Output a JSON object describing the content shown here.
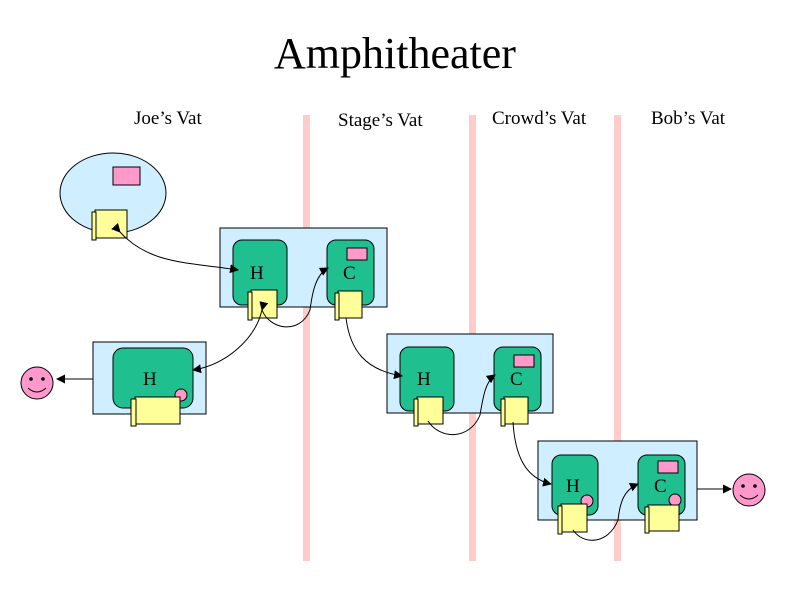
{
  "title": "Amphitheater",
  "columns": [
    "Joe’s Vat",
    "Stage’s Vat",
    "Crowd’s Vat",
    "Bob’s Vat"
  ],
  "box_labels": {
    "stage_h": "H",
    "stage_c": "C",
    "joe_h": "H",
    "crowd_h": "H",
    "crowd_c": "C",
    "bob_h": "H",
    "bob_c": "C"
  },
  "colors": {
    "vat_fill": "#cfeeff",
    "object_fill": "#1fbf8f",
    "scroll_fill": "#ffff99",
    "pink": "#ff99cc",
    "divider": "#ffcccc"
  }
}
